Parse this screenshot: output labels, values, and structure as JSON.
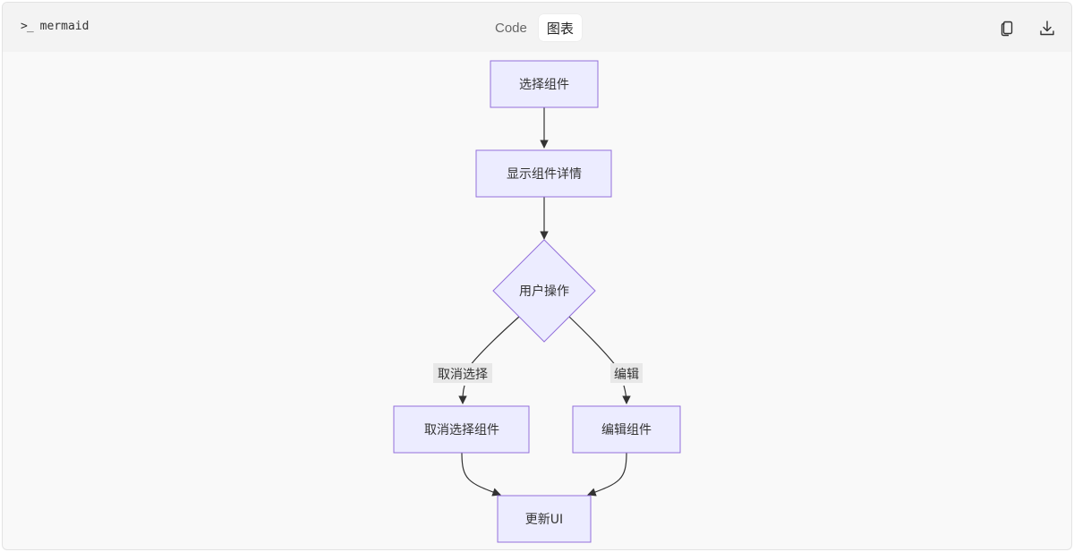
{
  "toolbar": {
    "language": "mermaid",
    "tabs": [
      {
        "label": "Code"
      },
      {
        "label": "图表"
      }
    ],
    "active_tab": "图表"
  },
  "icons": [
    "terminal-icon",
    "copy-icon",
    "download-icon"
  ],
  "diagram": {
    "type": "flowchart",
    "nodes": {
      "select": "选择组件",
      "details": "显示组件详情",
      "action": "用户操作",
      "deselect": "取消选择组件",
      "edit": "编辑组件",
      "update": "更新UI"
    },
    "edges": [
      {
        "from": "select",
        "to": "details",
        "label": ""
      },
      {
        "from": "details",
        "to": "action",
        "label": ""
      },
      {
        "from": "action",
        "to": "deselect",
        "label": "取消选择"
      },
      {
        "from": "action",
        "to": "edit",
        "label": "编辑"
      },
      {
        "from": "deselect",
        "to": "update",
        "label": ""
      },
      {
        "from": "edit",
        "to": "update",
        "label": ""
      }
    ]
  },
  "colors": {
    "node_fill": "#ECECFF",
    "node_stroke": "#9370DB",
    "edge": "#333333",
    "edge_label_bg": "#e8e8e8",
    "canvas_bg": "#f9f9f9"
  }
}
